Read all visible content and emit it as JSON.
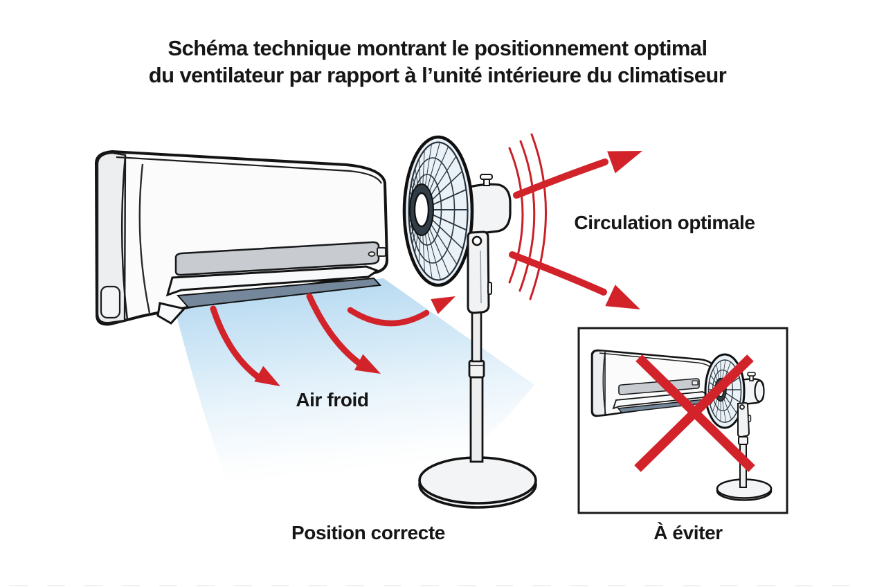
{
  "title": {
    "line1": "Schéma technique montrant le positionnement optimal",
    "line2": "du ventilateur par rapport à l’unité intérieure du climatiseur"
  },
  "labels": {
    "cold_air": "Air froid",
    "optimal_circulation": "Circulation optimale",
    "correct_position": "Position correcte",
    "to_avoid": "À éviter"
  },
  "colors": {
    "arrow_red": "#D2232A",
    "wave_red": "#C92026",
    "cross_red": "#D2232A",
    "cold_air_blue": "#B5D8F0",
    "outline_black": "#131313",
    "unit_white": "#FBFBFC",
    "vent_gray": "#C8CCD0",
    "flap_shadow": "#74879B",
    "cage_tint": "#EAF2F8",
    "background": "#FFFFFF"
  },
  "icons": {
    "red_cross": "x-mark-prohibition",
    "wave_arcs": "airflow-waves",
    "curved_arrows": "airflow-direction"
  },
  "scene": {
    "main": {
      "parts": [
        "air-conditioner-indoor-unit",
        "cold-air-stream",
        "pedestal-fan"
      ],
      "cold_air_arrow_count": 2,
      "circulation_arrow_count": 2,
      "wave_arc_count": 3
    },
    "inset": {
      "parts": [
        "air-conditioner-indoor-unit-small",
        "pedestal-fan-small",
        "red-cross"
      ],
      "crossed_out": true
    }
  }
}
